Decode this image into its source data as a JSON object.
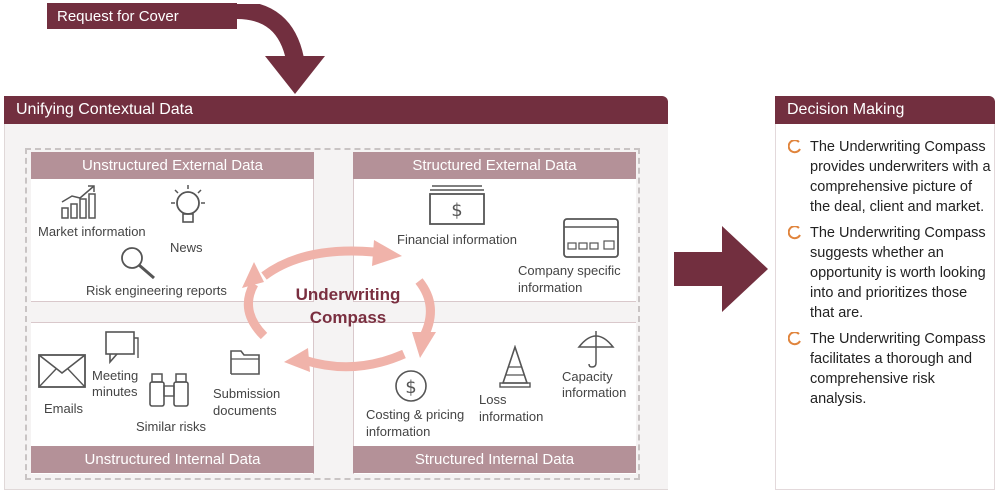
{
  "request": {
    "label": "Request for Cover"
  },
  "unifying": {
    "title": "Unifying Contextual Data"
  },
  "quadrants": {
    "unstructured_external": {
      "title": "Unstructured External Data",
      "items": [
        "Market information",
        "News",
        "Risk engineering reports"
      ]
    },
    "structured_external": {
      "title": "Structured External Data",
      "items": [
        "Financial information",
        "Company specific",
        "information"
      ]
    },
    "unstructured_internal": {
      "title": "Unstructured Internal Data",
      "items": [
        "Emails",
        "Meeting",
        "minutes",
        "Similar risks",
        "Submission",
        "documents"
      ]
    },
    "structured_internal": {
      "title": "Structured Internal Data",
      "items": [
        "Costing & pricing",
        "information",
        "Loss",
        "information",
        "Capacity",
        "information"
      ]
    }
  },
  "cycle": {
    "line1": "Underwriting",
    "line2": "Compass"
  },
  "decision": {
    "title": "Decision Making",
    "points": [
      "The Underwriting Compass provides underwriters with a comprehensive picture of the deal, client and market.",
      "The Underwriting Compass suggests whether an opportunity is worth looking into and prioritizes those that are.",
      "The Underwriting Compass facilitates a thorough and comprehensive risk analysis."
    ]
  },
  "colors": {
    "accent": "#722f3f",
    "label": "#b49198",
    "arrow_cycle": "#f0b3aa",
    "bullet": "#e0843c"
  },
  "icons": [
    "chart-icon",
    "lightbulb-icon",
    "magnifier-icon",
    "banknote-icon",
    "credit-card-icon",
    "envelope-icon",
    "chat-bubbles-icon",
    "binoculars-icon",
    "folder-icon",
    "dollar-coin-icon",
    "cone-icon",
    "umbrella-icon"
  ]
}
